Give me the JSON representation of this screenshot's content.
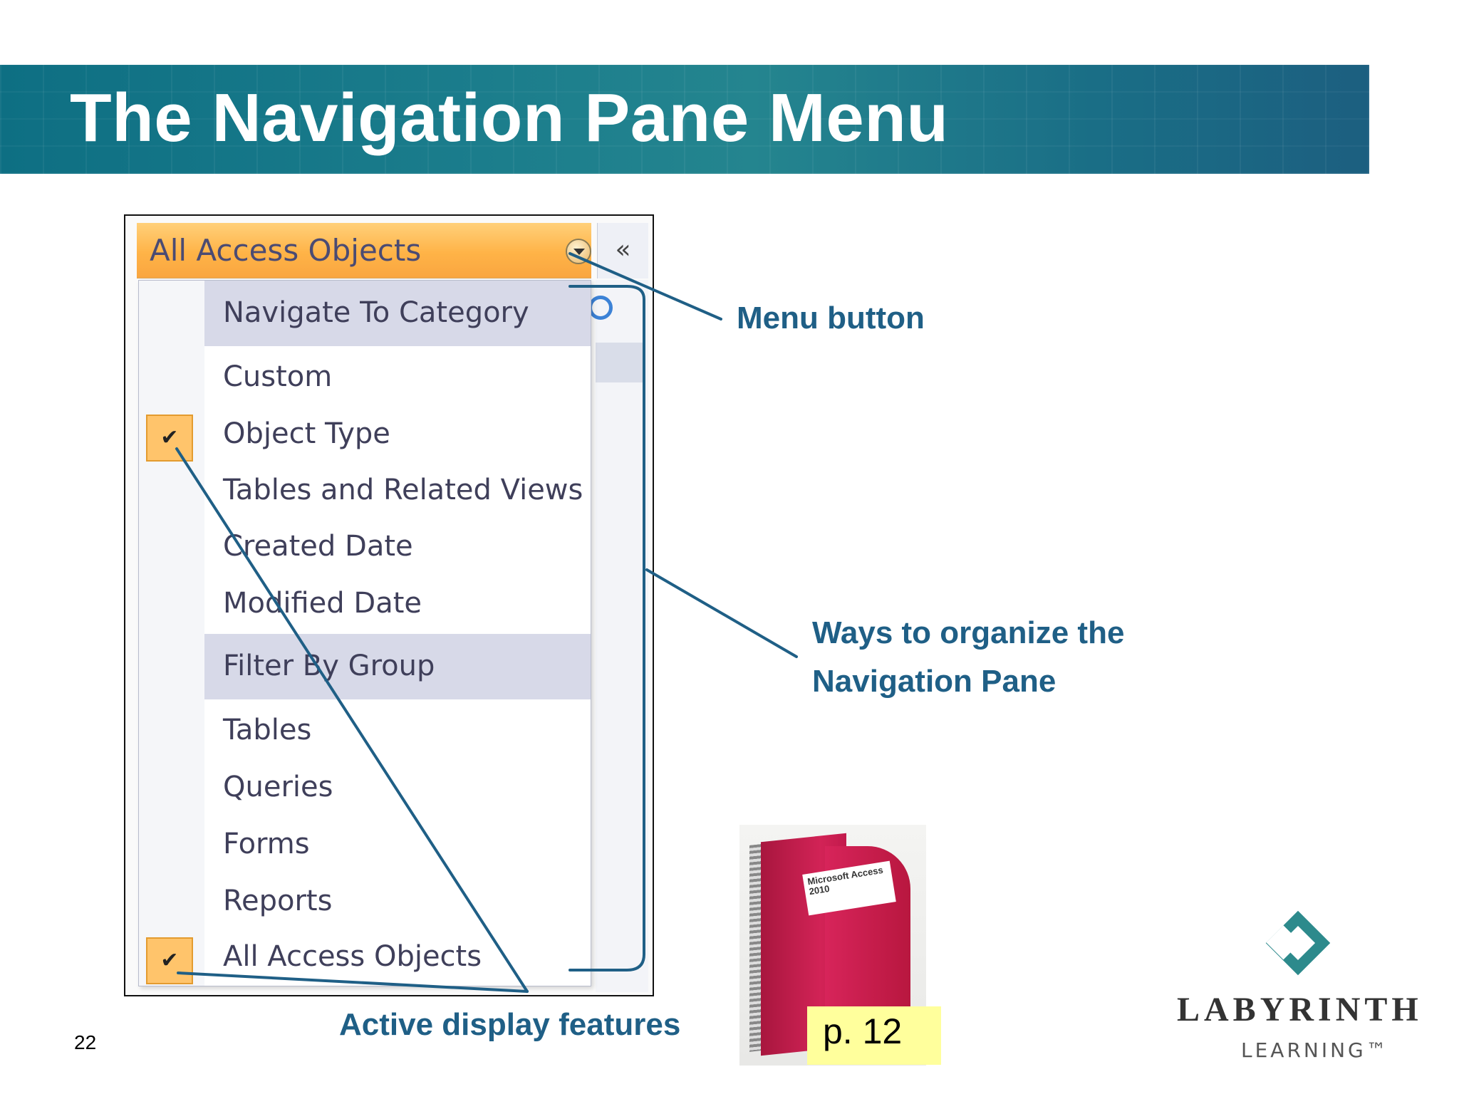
{
  "slide": {
    "title": "The Navigation Pane Menu",
    "page_number": "22"
  },
  "pane": {
    "header_label": "All Access Objects",
    "menu_button_icon": "chevron-down-circle-icon",
    "collapse_icon": "«",
    "menu": {
      "navigate_header": "Navigate To Category",
      "categories": [
        "Custom",
        "Object Type",
        "Tables and Related Views",
        "Created Date",
        "Modified Date"
      ],
      "filter_header": "Filter By Group",
      "groups": [
        "Tables",
        "Queries",
        "Forms",
        "Reports",
        "All Access Objects"
      ],
      "checked": [
        "Object Type",
        "All Access Objects"
      ],
      "check_glyph": "✔"
    }
  },
  "annotations": {
    "menu_button": "Menu button",
    "ways_line1": "Ways to organize the",
    "ways_line2": "Navigation Pane",
    "active_features": "Active display features"
  },
  "book": {
    "text": "Microsoft Access 2010",
    "page_ref": "p. 12"
  },
  "logo": {
    "main": "LABYRINTH",
    "sub": "LEARNING™"
  },
  "colors": {
    "title_band": "#1b7d8c",
    "annotation": "#1f5f86",
    "header_orange": "#ffb347",
    "check_orange": "#ffc46b",
    "menu_header_bg": "#d7d9e8"
  }
}
